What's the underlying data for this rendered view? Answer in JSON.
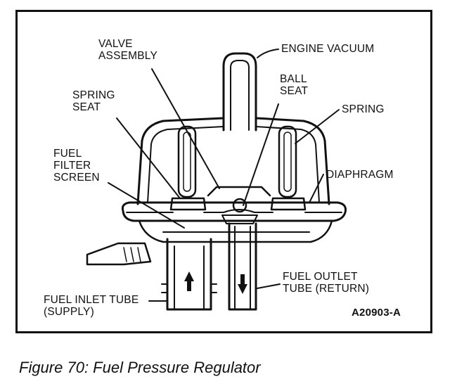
{
  "labels": {
    "valve_assembly": [
      "VALVE",
      "ASSEMBLY"
    ],
    "engine_vacuum": "ENGINE VACUUM",
    "ball_seat": [
      "BALL",
      "SEAT"
    ],
    "spring_seat": [
      "SPRING",
      "SEAT"
    ],
    "spring": "SPRING",
    "fuel_filter_screen": [
      "FUEL",
      "FILTER",
      "SCREEN"
    ],
    "diaphragm": "DIAPHRAGM",
    "fuel_outlet_tube": [
      "FUEL OUTLET",
      "TUBE (RETURN)"
    ],
    "fuel_inlet_tube": [
      "FUEL INLET TUBE",
      "(SUPPLY)"
    ]
  },
  "figure_code": "A20903-A",
  "caption": "Figure 70: Fuel Pressure Regulator"
}
